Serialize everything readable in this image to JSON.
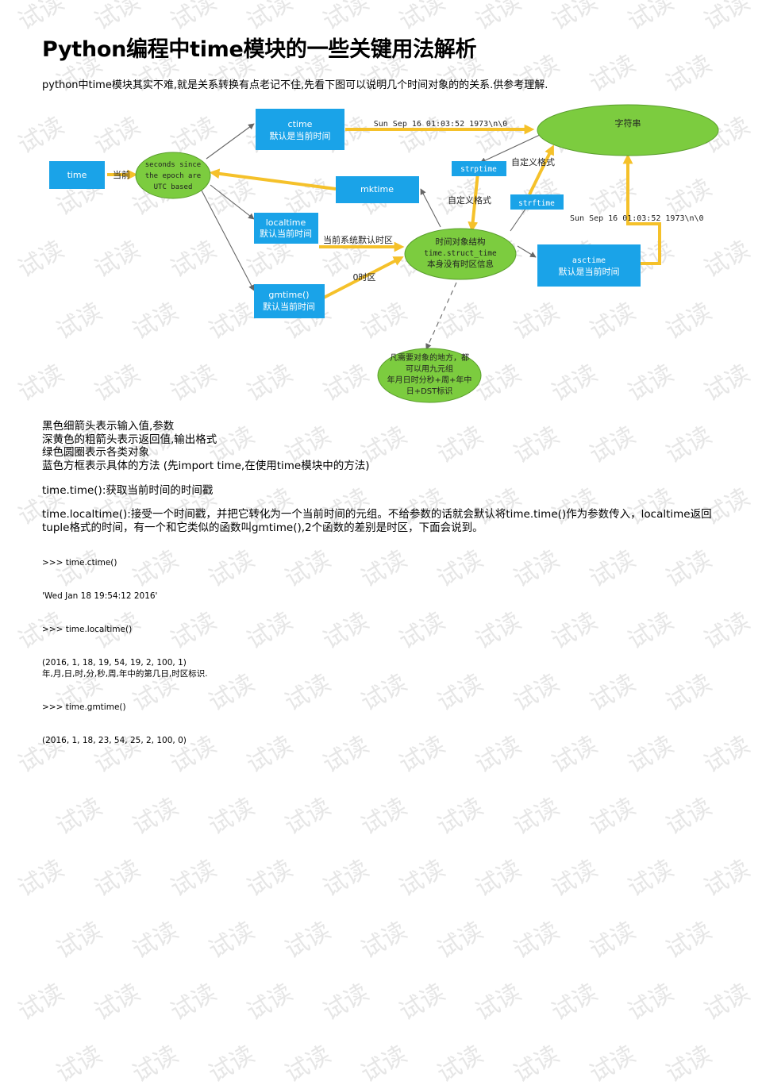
{
  "title": "Python编程中time模块的一些关键用法解析",
  "intro": "python中time模块其实不难,就是关系转换有点老记不住,先看下图可以说明几个时间对象的的关系.供参考理解.",
  "watermark": "试读",
  "diagram": {
    "time_box": "time",
    "current_label": "当前",
    "epoch_line1": "seconds since",
    "epoch_line2": "the epoch are",
    "epoch_line3": "UTC based",
    "ctime_line1": "ctime",
    "ctime_line2": "默认是当前时间",
    "ctime_output": "Sun Sep 16 01:03:52 1973\\n\\0",
    "string_node": "字符串",
    "strptime_box": "strptime",
    "custom_format_1": "自定义格式",
    "mktime_box": "mktime",
    "custom_format_2": "自定义格式",
    "strftime_box": "strftime",
    "asctime_output": "Sun Sep 16 01:03:52 1973\\n\\0",
    "localtime_line1": "localtime",
    "localtime_line2": "默认当前时间",
    "system_tz_label": "当前系统默认时区",
    "struct_line1": "时间对象结构",
    "struct_line2": "time.struct_time",
    "struct_line3": "本身没有时区信息",
    "asctime_line1": "asctime",
    "asctime_line2": "默认是当前时间",
    "zero_tz_label": "0时区",
    "gmtime_line1": "gmtime()",
    "gmtime_line2": "默认当前时间",
    "tuple_line1": "凡需要对象的地方，都",
    "tuple_line2": "可以用九元组",
    "tuple_line3": "年月日时分秒+周+年中",
    "tuple_line4": "日+DST标识",
    "colors": {
      "blue_box": "#1aa3e8",
      "green_node": "#7ccc3f",
      "yellow_arrow": "#f5c12a",
      "thin_arrow": "#666666"
    }
  },
  "legend": [
    "黑色细箭头表示输入值,参数",
    "深黄色的粗箭头表示返回值,输出格式",
    "绿色圆圈表示各类对象",
    "蓝色方框表示具体的方法 (先import time,在使用time模块中的方法)"
  ],
  "time_time_desc": "time.time():获取当前时间的时间戳",
  "localtime_desc": "time.localtime():接受一个时间戳，并把它转化为一个当前时间的元组。不给参数的话就会默认将time.time()作为参数传入，localtime返回tuple格式的时间，有一个和它类似的函数叫gmtime(),2个函数的差别是时区，下面会说到。",
  "code": {
    "ctime_cmd": ">>> time.ctime()",
    "ctime_out": "'Wed Jan 18 19:54:12 2016'",
    "localtime_cmd": ">>> time.localtime()",
    "localtime_out": "(2016, 1, 18, 19, 54, 19, 2, 100, 1)",
    "localtime_note": "年,月,日,时,分,秒,周,年中的第几日,时区标识.",
    "gmtime_cmd": ">>> time.gmtime()",
    "gmtime_out": "(2016, 1, 18, 23, 54, 25, 2, 100, 0)"
  }
}
